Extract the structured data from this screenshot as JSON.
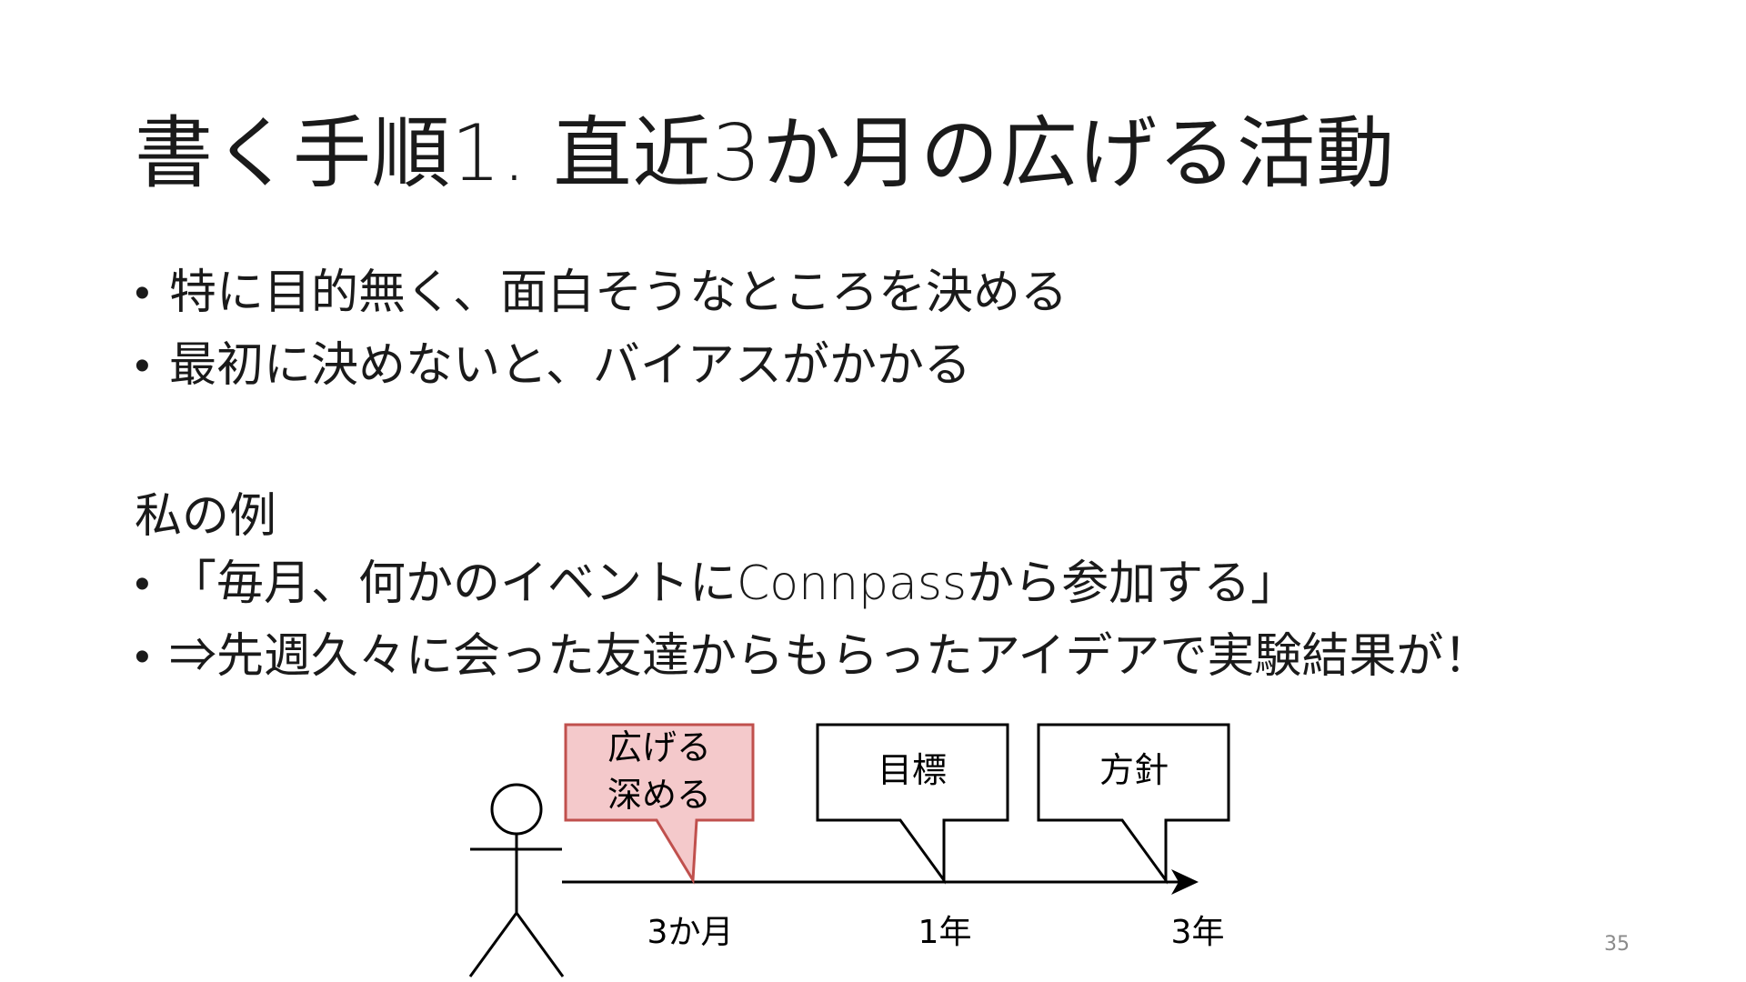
{
  "slide": {
    "title": "書く手順1. 直近3か月の広げる活動",
    "bullets": [
      "特に目的無く、面白そうなところを決める",
      "最初に決めないと、バイアスがかかる"
    ],
    "example_heading": "私の例",
    "example_bullets": [
      "「毎月、何かのイベントにConnpassから参加する」",
      "⇒先週久々に会った友達からもらったアイデアで実験結果が！"
    ],
    "page_number": "35"
  },
  "diagram": {
    "callouts": {
      "expand": {
        "line1": "広げる",
        "line2": "深める"
      },
      "goal": "目標",
      "policy": "方針"
    },
    "timeline_labels": [
      "3か月",
      "1年",
      "3年"
    ],
    "colors": {
      "highlight_fill": "#f4c9cb",
      "highlight_stroke": "#c0504d",
      "line": "#000000"
    }
  }
}
